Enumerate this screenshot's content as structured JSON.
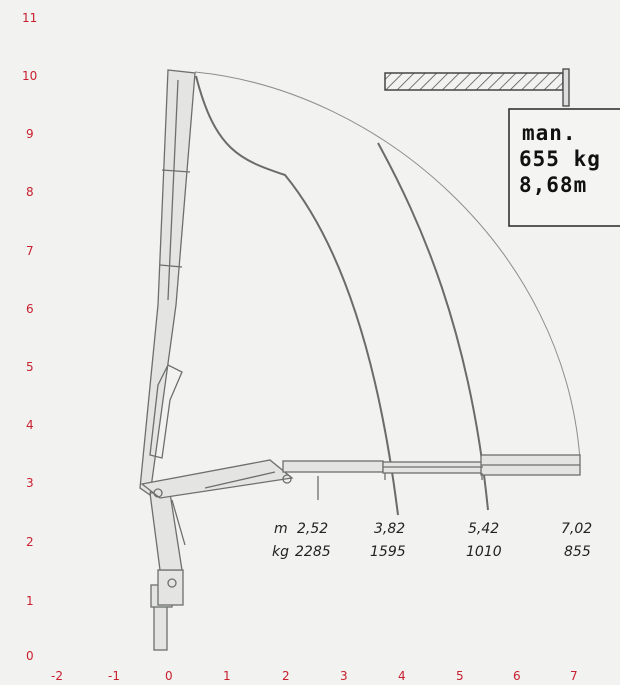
{
  "y_axis": {
    "ticks": [
      "0",
      "1",
      "2",
      "3",
      "4",
      "5",
      "6",
      "7",
      "8",
      "9",
      "10",
      "11"
    ]
  },
  "x_axis": {
    "ticks": [
      "-2",
      "-1",
      "0",
      "1",
      "2",
      "3",
      "4",
      "5",
      "6",
      "7"
    ]
  },
  "info_box": {
    "line1": "man.",
    "line2": "655 kg",
    "line3": "8,68m"
  },
  "unit_labels": {
    "distance": "m",
    "weight": "kg"
  },
  "load_points": [
    {
      "distance": "2,52",
      "weight": "2285"
    },
    {
      "distance": "3,82",
      "weight": "1595"
    },
    {
      "distance": "5,42",
      "weight": "1010"
    },
    {
      "distance": "7,02",
      "weight": "855"
    }
  ],
  "colors": {
    "axis_labels": "#c8202e",
    "lines": "#6d6f6d",
    "background": "#f2f3f1"
  }
}
